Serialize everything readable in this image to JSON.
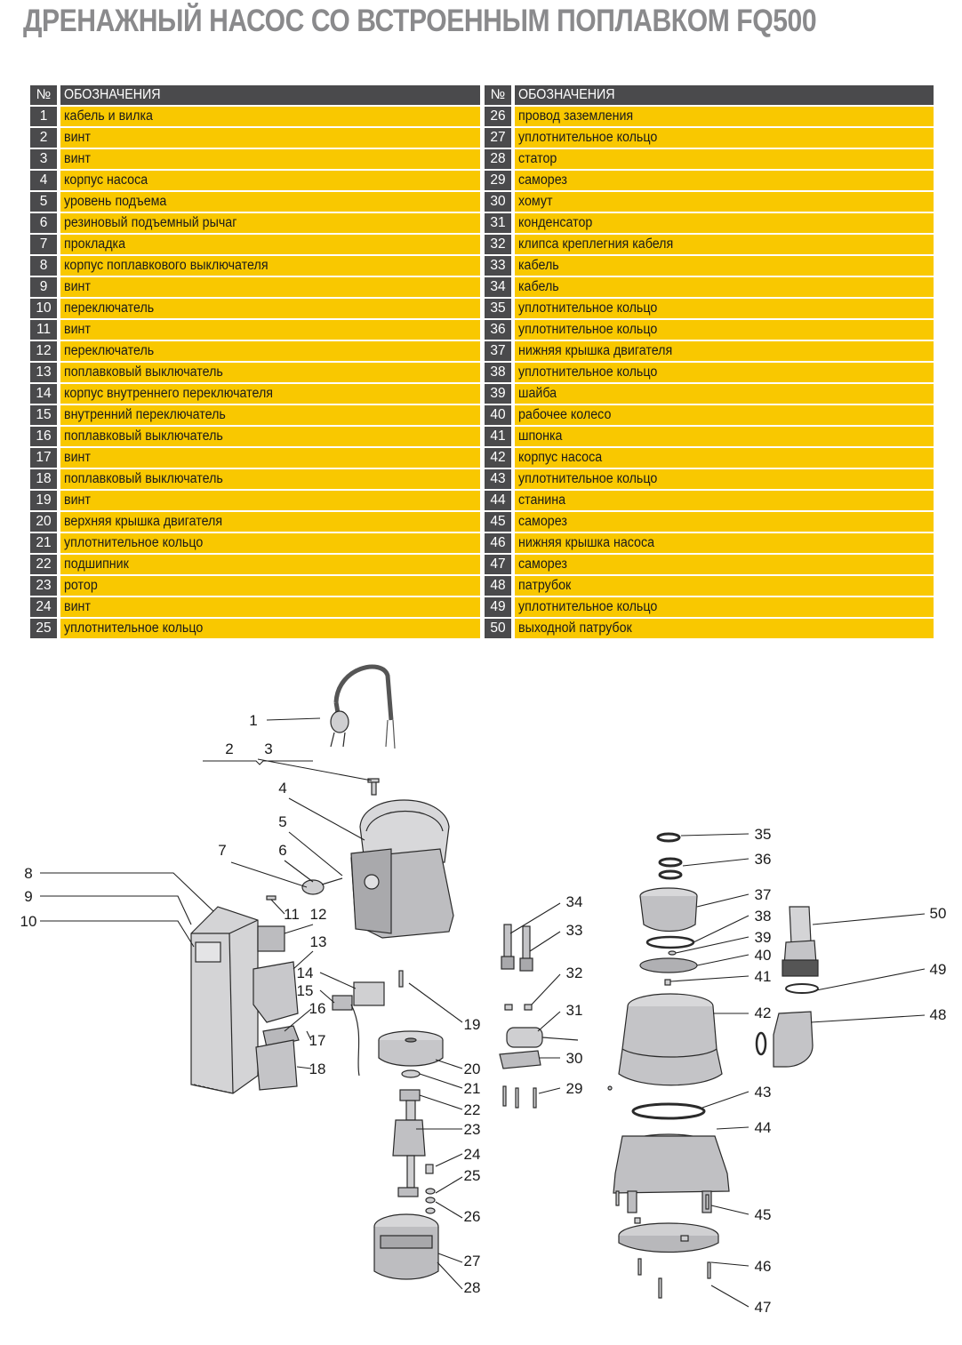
{
  "title": "ДРЕНАЖНЫЙ НАСОС СО ВСТРОЕННЫМ ПОПЛАВКОМ FQ500",
  "table_header": {
    "num": "№",
    "label": "ОБОЗНАЧЕНИЯ"
  },
  "colors": {
    "header_bg": "#4a4a4c",
    "row_bg": "#f9c800",
    "title": "#8a8a8c"
  },
  "parts_left": [
    {
      "n": "1",
      "label": "кабель и вилка"
    },
    {
      "n": "2",
      "label": "винт"
    },
    {
      "n": "3",
      "label": "винт"
    },
    {
      "n": "4",
      "label": "корпус насоса"
    },
    {
      "n": "5",
      "label": "уровень подъема"
    },
    {
      "n": "6",
      "label": "резиновый подъемный рычаг"
    },
    {
      "n": "7",
      "label": "прокладка"
    },
    {
      "n": "8",
      "label": "корпус поплавкового выключателя"
    },
    {
      "n": "9",
      "label": "винт"
    },
    {
      "n": "10",
      "label": "переключатель"
    },
    {
      "n": "11",
      "label": "винт"
    },
    {
      "n": "12",
      "label": "переключатель"
    },
    {
      "n": "13",
      "label": "поплавковый выключатель"
    },
    {
      "n": "14",
      "label": "корпус внутреннего переключателя"
    },
    {
      "n": "15",
      "label": "внутренний переключатель"
    },
    {
      "n": "16",
      "label": "поплавковый выключатель"
    },
    {
      "n": "17",
      "label": "винт"
    },
    {
      "n": "18",
      "label": "поплавковый выключатель"
    },
    {
      "n": "19",
      "label": "винт"
    },
    {
      "n": "20",
      "label": "верхняя крышка двигателя"
    },
    {
      "n": "21",
      "label": "уплотнительное кольцо"
    },
    {
      "n": "22",
      "label": "подшипник"
    },
    {
      "n": "23",
      "label": "ротор"
    },
    {
      "n": "24",
      "label": "винт"
    },
    {
      "n": "25",
      "label": "уплотнительное кольцо"
    }
  ],
  "parts_right": [
    {
      "n": "26",
      "label": "провод заземления"
    },
    {
      "n": "27",
      "label": "уплотнительное кольцо"
    },
    {
      "n": "28",
      "label": "статор"
    },
    {
      "n": "29",
      "label": "саморез"
    },
    {
      "n": "30",
      "label": "хомут"
    },
    {
      "n": "31",
      "label": "конденсатор"
    },
    {
      "n": "32",
      "label": "клипса креплегния кабеля"
    },
    {
      "n": "33",
      "label": "кабель"
    },
    {
      "n": "34",
      "label": "кабель"
    },
    {
      "n": "35",
      "label": "уплотнительное кольцо"
    },
    {
      "n": "36",
      "label": "уплотнительное кольцо"
    },
    {
      "n": "37",
      "label": "нижняя крышка двигателя"
    },
    {
      "n": "38",
      "label": "уплотнительное кольцо"
    },
    {
      "n": "39",
      "label": "шайба"
    },
    {
      "n": "40",
      "label": "рабочее колесо"
    },
    {
      "n": "41",
      "label": "шпонка"
    },
    {
      "n": "42",
      "label": "корпус насоса"
    },
    {
      "n": "43",
      "label": "уплотнительное кольцо"
    },
    {
      "n": "44",
      "label": "станина"
    },
    {
      "n": "45",
      "label": "саморез"
    },
    {
      "n": "46",
      "label": "нижняя крышка насоса"
    },
    {
      "n": "47",
      "label": "саморез"
    },
    {
      "n": "48",
      "label": "патрубок"
    },
    {
      "n": "49",
      "label": "уплотнительное кольцо"
    },
    {
      "n": "50",
      "label": "выходной патрубок"
    }
  ],
  "callouts": [
    "1",
    "2",
    "3",
    "4",
    "5",
    "6",
    "7",
    "8",
    "9",
    "10",
    "11",
    "12",
    "13",
    "14",
    "15",
    "16",
    "17",
    "18",
    "19",
    "20",
    "21",
    "22",
    "23",
    "24",
    "25",
    "26",
    "27",
    "28",
    "29",
    "30",
    "31",
    "32",
    "33",
    "34",
    "35",
    "36",
    "37",
    "38",
    "39",
    "40",
    "41",
    "42",
    "43",
    "44",
    "45",
    "46",
    "47",
    "48",
    "49",
    "50"
  ]
}
